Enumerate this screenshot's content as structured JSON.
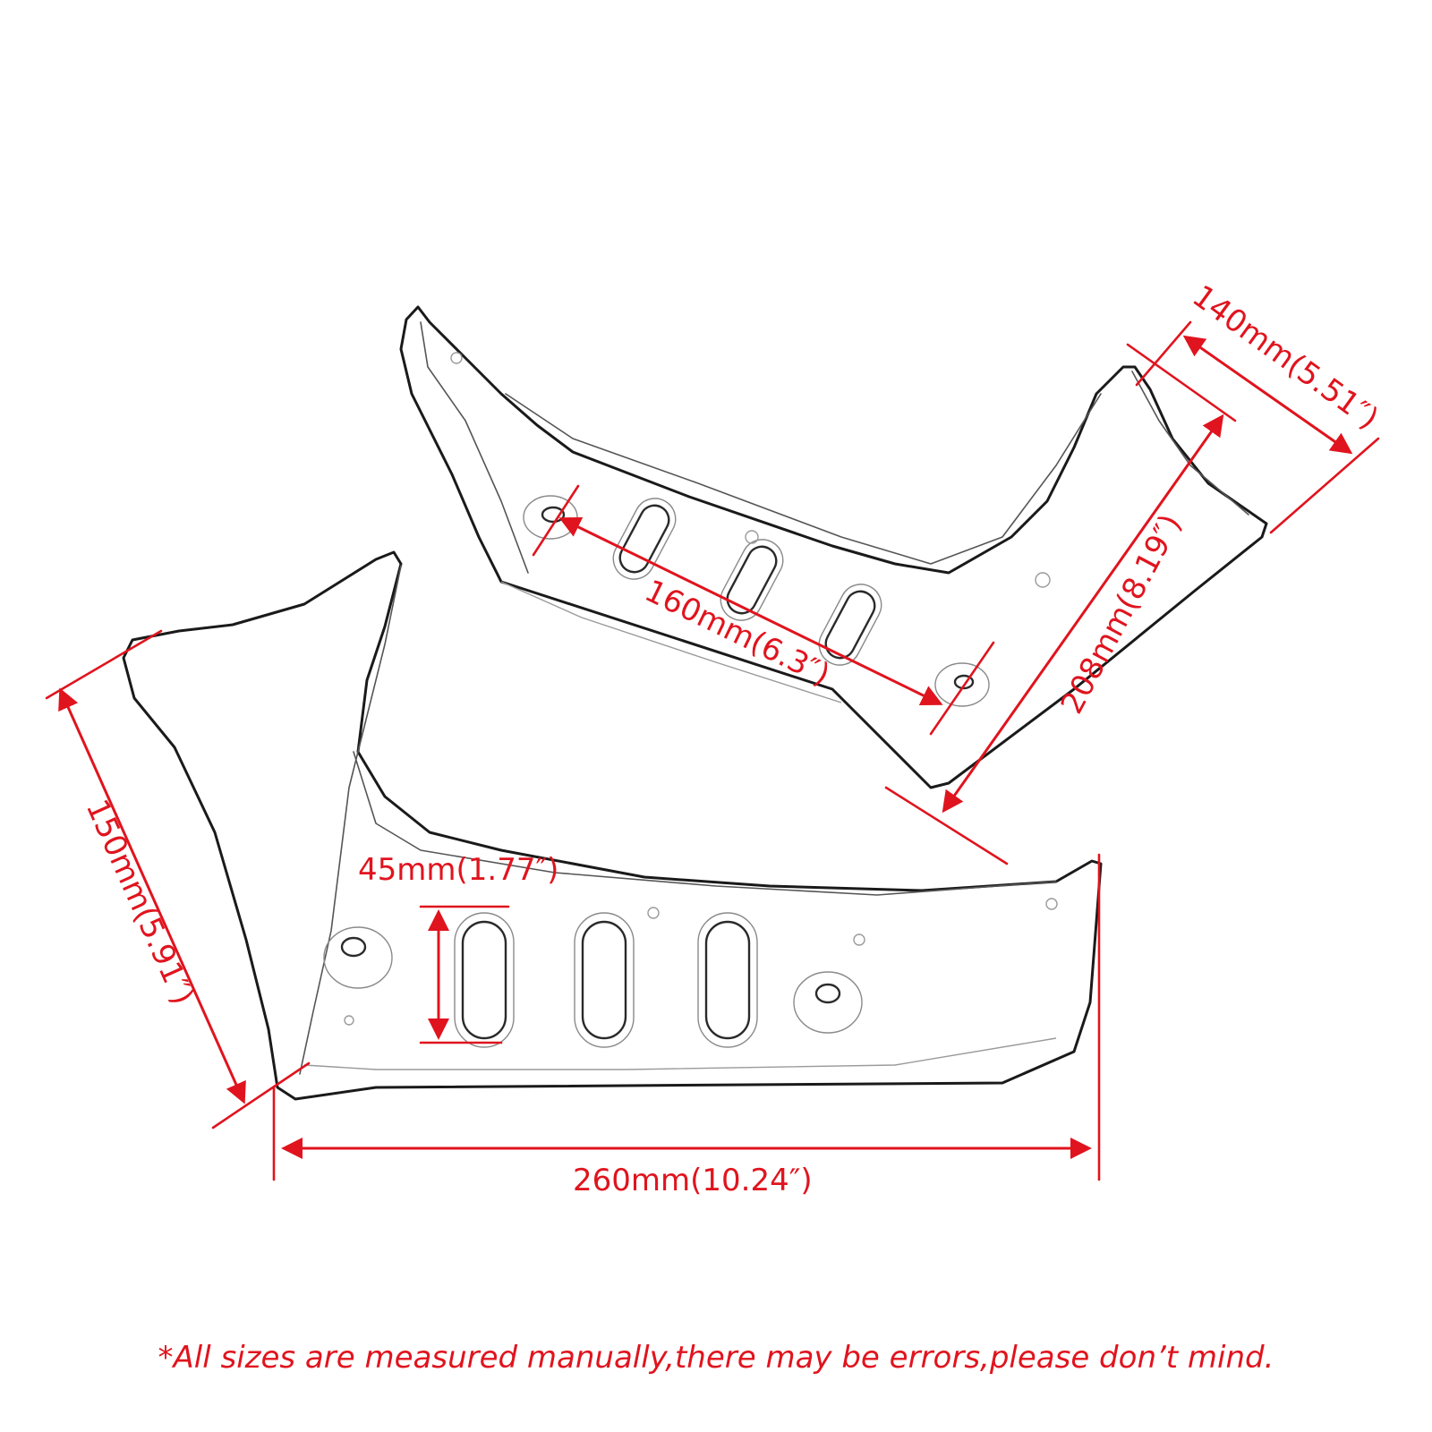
{
  "dimensions": {
    "upper_slot_spacing": "160mm(6.3″)",
    "upper_width": "140mm(5.51″)",
    "upper_length": "208mm(8.19″)",
    "lower_height": "150mm(5.91″)",
    "lower_slot_height": "45mm(1.77″)",
    "lower_length": "260mm(10.24″)"
  },
  "colors": {
    "dimension": "#e0141e",
    "outline": "#1a1a1a"
  },
  "disclaimer": "*All sizes are measured manually,there may be errors,please don’t mind."
}
